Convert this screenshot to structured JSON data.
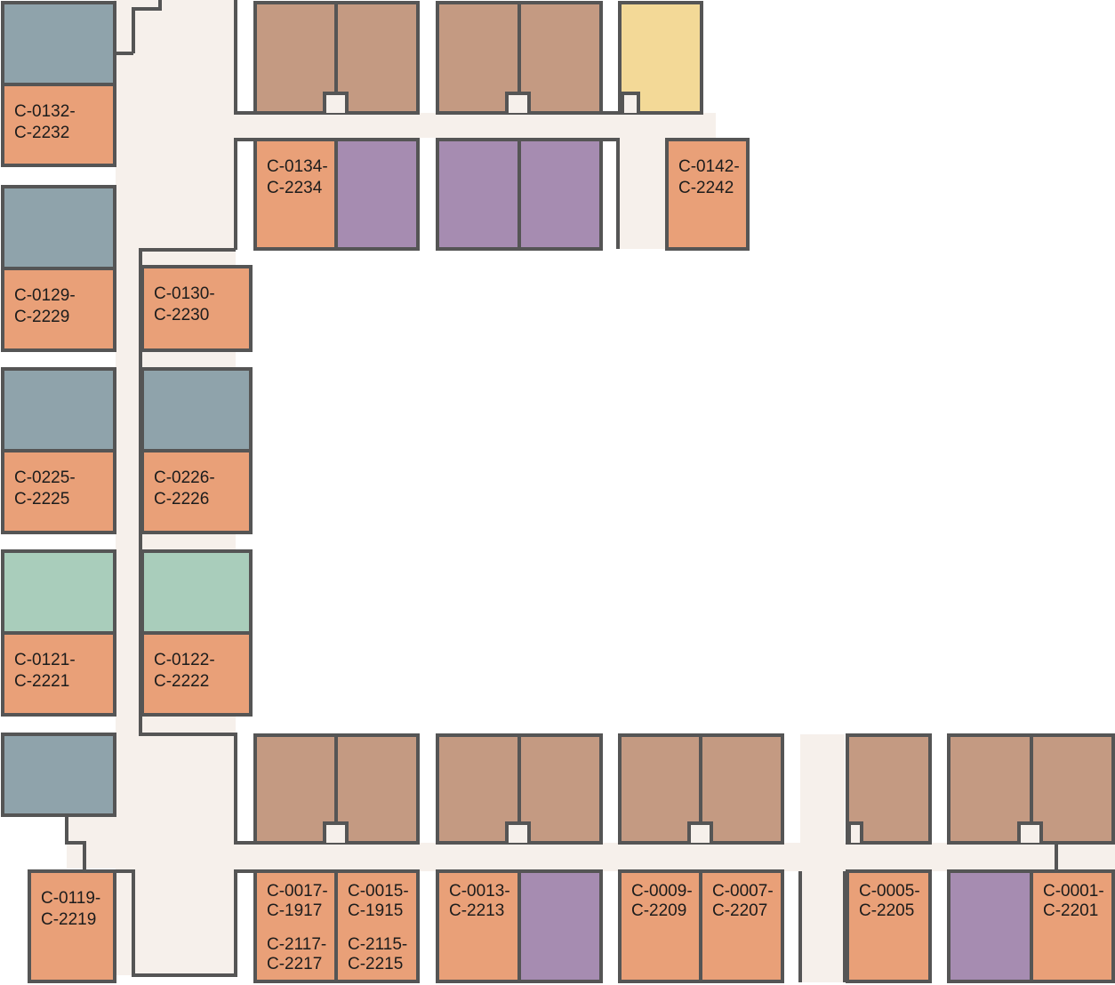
{
  "colors": {
    "corridor": "#f6f0eb",
    "wall": "#555555",
    "grey_blue": "#8fa3ab",
    "orange": "#e9a078",
    "tan": "#c49a82",
    "purple": "#a68cb1",
    "yellow": "#f3d997",
    "green": "#a9cdbb",
    "label": "#1c1c1c"
  },
  "rooms": [
    {
      "id": "w1-top",
      "color": "grey_blue",
      "label": []
    },
    {
      "id": "w1-bot",
      "color": "orange",
      "label": [
        "C-0132-",
        "C-2232"
      ]
    },
    {
      "id": "w2-top",
      "color": "grey_blue",
      "label": []
    },
    {
      "id": "w2-bot",
      "color": "orange",
      "label": [
        "C-0129-",
        "C-2229"
      ]
    },
    {
      "id": "w3-top",
      "color": "grey_blue",
      "label": []
    },
    {
      "id": "w3-bot",
      "color": "orange",
      "label": [
        "C-0225-",
        "C-2225"
      ]
    },
    {
      "id": "w4-top",
      "color": "green",
      "label": []
    },
    {
      "id": "w4-bot",
      "color": "orange",
      "label": [
        "C-0121-",
        "C-2221"
      ]
    },
    {
      "id": "w5",
      "color": "grey_blue",
      "label": []
    },
    {
      "id": "w6",
      "color": "orange",
      "label": [
        "C-0119-",
        "C-2219"
      ]
    },
    {
      "id": "e1",
      "color": "orange",
      "label": [
        "C-0130-",
        "C-2230"
      ]
    },
    {
      "id": "e2-top",
      "color": "grey_blue",
      "label": []
    },
    {
      "id": "e2-bot",
      "color": "orange",
      "label": [
        "C-0226-",
        "C-2226"
      ]
    },
    {
      "id": "e3-top",
      "color": "green",
      "label": []
    },
    {
      "id": "e3-bot",
      "color": "orange",
      "label": [
        "C-0122-",
        "C-2222"
      ]
    },
    {
      "id": "tn1",
      "color": "tan",
      "label": []
    },
    {
      "id": "tn2",
      "color": "tan",
      "label": []
    },
    {
      "id": "tn3",
      "color": "tan",
      "label": []
    },
    {
      "id": "tn4",
      "color": "tan",
      "label": []
    },
    {
      "id": "tn5",
      "color": "yellow",
      "label": []
    },
    {
      "id": "ts1",
      "color": "orange",
      "label": [
        "C-0134-",
        "C-2234"
      ]
    },
    {
      "id": "ts2",
      "color": "purple",
      "label": []
    },
    {
      "id": "ts3",
      "color": "purple",
      "label": []
    },
    {
      "id": "ts4",
      "color": "purple",
      "label": []
    },
    {
      "id": "ts5",
      "color": "orange",
      "label": [
        "C-0142-",
        "C-2242"
      ]
    },
    {
      "id": "bn1",
      "color": "tan",
      "label": []
    },
    {
      "id": "bn2",
      "color": "tan",
      "label": []
    },
    {
      "id": "bn3",
      "color": "tan",
      "label": []
    },
    {
      "id": "bn4",
      "color": "tan",
      "label": []
    },
    {
      "id": "bn5",
      "color": "tan",
      "label": []
    },
    {
      "id": "bn6",
      "color": "tan",
      "label": []
    },
    {
      "id": "bn7",
      "color": "tan",
      "label": []
    },
    {
      "id": "bn8",
      "color": "tan",
      "label": []
    },
    {
      "id": "bn9",
      "color": "tan",
      "label": []
    },
    {
      "id": "bs1",
      "color": "orange",
      "label": [
        "C-0017-",
        "C-1917",
        "C-2117-",
        "C-2217"
      ]
    },
    {
      "id": "bs2",
      "color": "orange",
      "label": [
        "C-0015-",
        "C-1915",
        "C-2115-",
        "C-2215"
      ]
    },
    {
      "id": "bs3",
      "color": "orange",
      "label": [
        "C-0013-",
        "C-2213"
      ]
    },
    {
      "id": "bs4",
      "color": "purple",
      "label": []
    },
    {
      "id": "bs5",
      "color": "orange",
      "label": [
        "C-0009-",
        "C-2209"
      ]
    },
    {
      "id": "bs6",
      "color": "orange",
      "label": [
        "C-0007-",
        "C-2207"
      ]
    },
    {
      "id": "bs7",
      "color": "orange",
      "label": [
        "C-0005-",
        "C-2205"
      ]
    },
    {
      "id": "bs8",
      "color": "purple",
      "label": []
    },
    {
      "id": "bs9",
      "color": "orange",
      "label": [
        "C-0001-",
        "C-2201"
      ]
    }
  ]
}
